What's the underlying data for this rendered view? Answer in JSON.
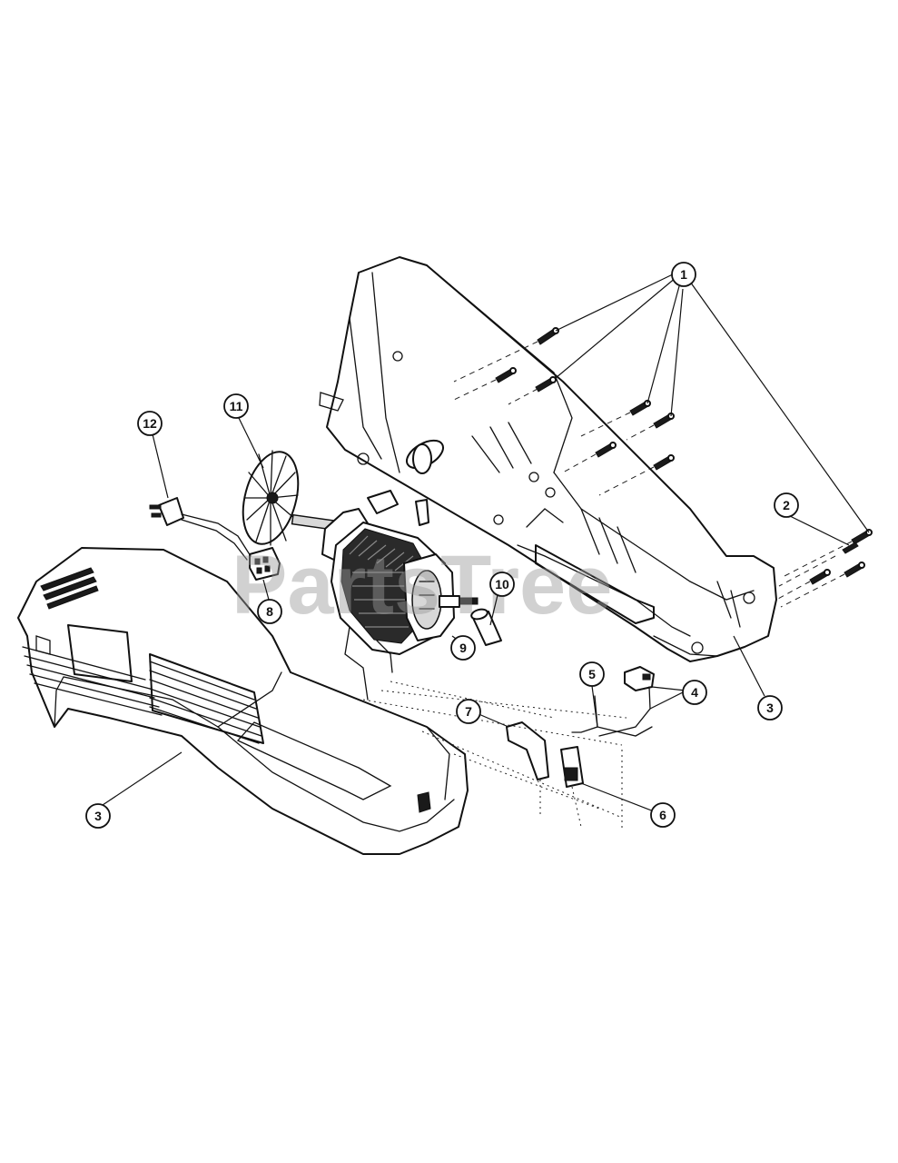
{
  "watermark": "PartsTree",
  "callouts": [
    {
      "id": "1",
      "label": "1"
    },
    {
      "id": "2",
      "label": "2"
    },
    {
      "id": "3a",
      "label": "3"
    },
    {
      "id": "3b",
      "label": "3"
    },
    {
      "id": "4",
      "label": "4"
    },
    {
      "id": "5",
      "label": "5"
    },
    {
      "id": "6",
      "label": "6"
    },
    {
      "id": "7",
      "label": "7"
    },
    {
      "id": "8",
      "label": "8"
    },
    {
      "id": "9",
      "label": "9"
    },
    {
      "id": "10",
      "label": "10"
    },
    {
      "id": "11",
      "label": "11"
    },
    {
      "id": "12",
      "label": "12"
    }
  ]
}
